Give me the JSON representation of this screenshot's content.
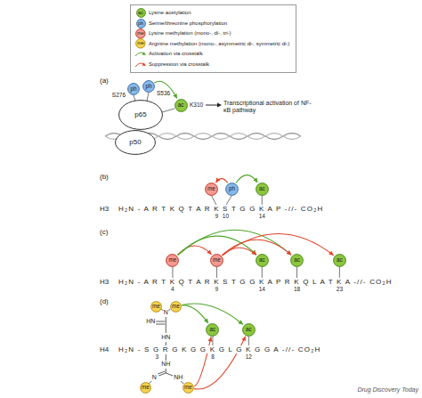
{
  "diagram": {
    "nodes": [
      {
        "text": [
          "ac"
        ]
      },
      {
        "text": [
          "ph"
        ]
      },
      {
        "text": [
          "me"
        ]
      },
      {
        "text": [
          "me"
        ]
      },
      {
        "text": [
          "p65"
        ]
      },
      {
        "text": [
          "p50"
        ]
      },
      {
        "text": [
          "ph"
        ]
      },
      {
        "text": [
          "ph"
        ]
      },
      {
        "text": [
          "ac"
        ]
      },
      {
        "text": [
          "me"
        ]
      },
      {
        "text": [
          "ph"
        ]
      },
      {
        "text": [
          "ac"
        ]
      },
      {
        "text": [
          "me"
        ]
      },
      {
        "text": [
          "me"
        ]
      },
      {
        "text": [
          "ac"
        ]
      },
      {
        "text": [
          "ac"
        ]
      },
      {
        "text": [
          "ac"
        ]
      },
      {
        "text": [
          "me"
        ]
      },
      {
        "text": [
          "me"
        ]
      },
      {
        "text": [
          "ac"
        ]
      },
      {
        "text": [
          "ac"
        ]
      },
      {
        "text": [
          "me"
        ]
      },
      {
        "text": [
          "me"
        ]
      }
    ],
    "edges": [
      {
        "from": 7,
        "to": 8,
        "arrow": "to"
      },
      {
        "from": 10,
        "to": 9,
        "arrow": "to"
      },
      {
        "from": 10,
        "to": 11,
        "arrow": "to"
      },
      {
        "from": 12,
        "to": 13,
        "arrow": "to"
      },
      {
        "from": 12,
        "to": 14,
        "arrow": "to"
      },
      {
        "from": 12,
        "to": 15,
        "arrow": "to"
      },
      {
        "from": 13,
        "to": 14,
        "arrow": "to"
      },
      {
        "from": 13,
        "to": 15,
        "arrow": "to"
      },
      {
        "from": 13,
        "to": 16,
        "arrow": "to"
      },
      {
        "from": 18,
        "to": 19,
        "arrow": "to"
      },
      {
        "from": 18,
        "to": 20,
        "arrow": "to"
      },
      {
        "from": 22,
        "to": 19,
        "arrow": "to"
      },
      {
        "from": 22,
        "to": 20,
        "arrow": "to"
      }
    ],
    "labels": [
      "(a)",
      "S276",
      "S536",
      "K310",
      "Transcriptional activation of NF-κB pathway",
      "(b)",
      "H3",
      "H₂N - A R T K Q T A R K S T G G K A P -//- CO₂H",
      "9",
      "10",
      "14",
      "(c)",
      "H3",
      "H₂N - A R T K Q T A R K S T G G K A P R K Q L A T K A -//- CO₂H",
      "4",
      "9",
      "14",
      "18",
      "23",
      "(d)",
      "N",
      "HN",
      "HN",
      "H4",
      "H₂N - S G R G K G G K G L G K G G A -//- CO₂H",
      "3",
      "8",
      "12",
      "NH",
      "N",
      "NH",
      "Drug Discovery Today"
    ],
    "legend": [
      {
        "text": "Lysine acetylation"
      },
      {
        "text": "Serine/threonine phosphorylation"
      },
      {
        "text": "Lysine methylation (mono-, di-, tri-)"
      },
      {
        "text": "Arginine methylation (mono-, asymmetric di-, symmetric di-)"
      },
      {
        "text": "Activation via crosstalk"
      },
      {
        "text": "Suppression via crosstalk"
      }
    ]
  }
}
